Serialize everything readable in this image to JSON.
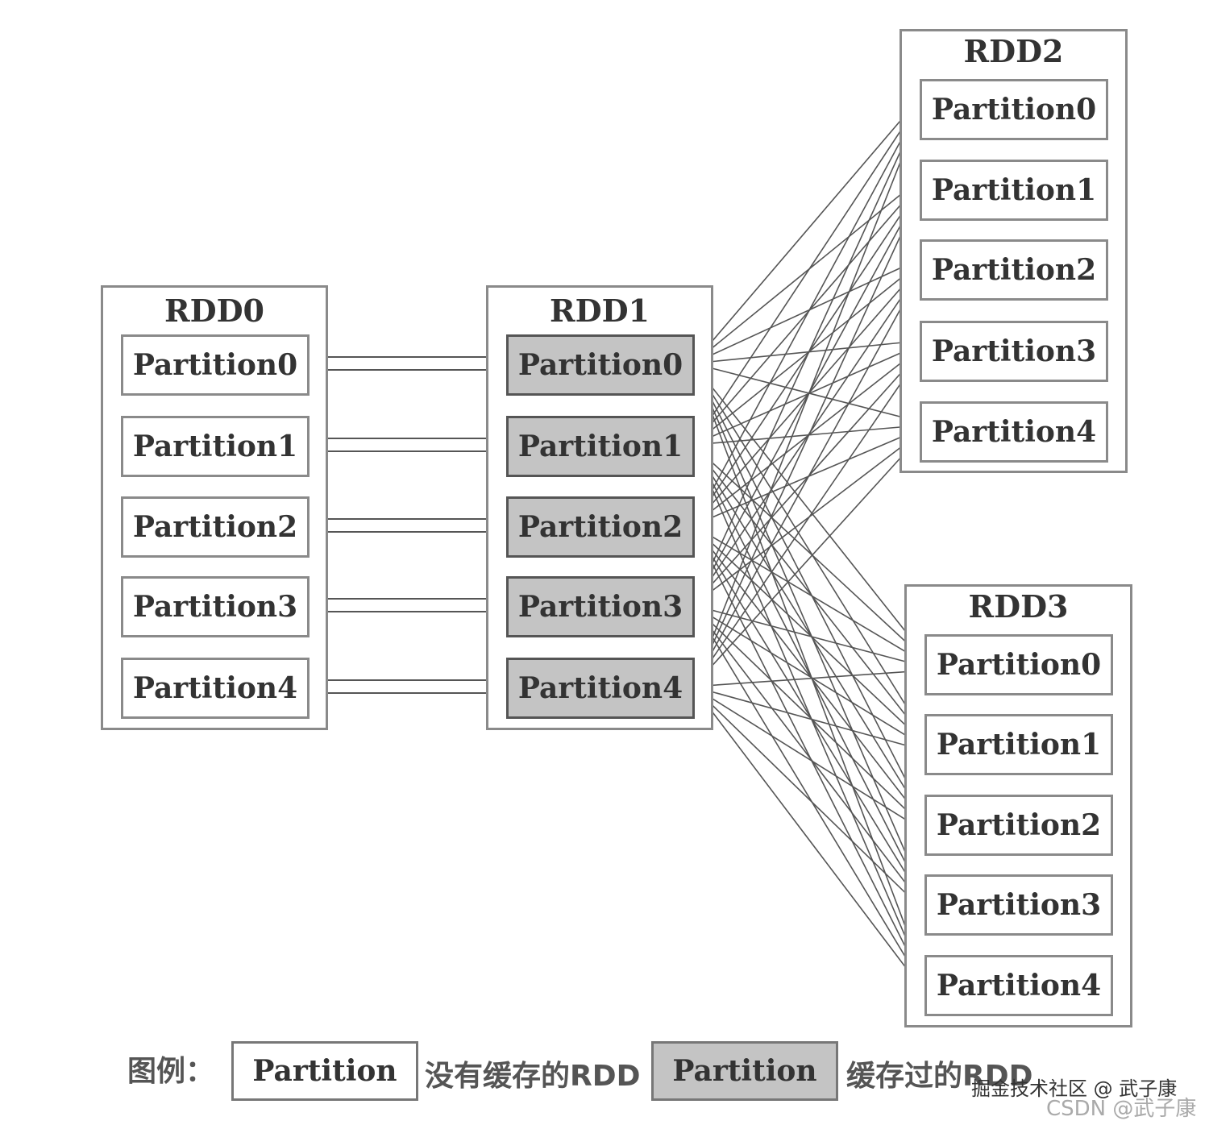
{
  "rdds": [
    {
      "id": "rdd0",
      "title": "RDD0",
      "cached": false,
      "partitions": [
        "Partition0",
        "Partition1",
        "Partition2",
        "Partition3",
        "Partition4"
      ]
    },
    {
      "id": "rdd1",
      "title": "RDD1",
      "cached": true,
      "partitions": [
        "Partition0",
        "Partition1",
        "Partition2",
        "Partition3",
        "Partition4"
      ]
    },
    {
      "id": "rdd2",
      "title": "RDD2",
      "cached": false,
      "partitions": [
        "Partition0",
        "Partition1",
        "Partition2",
        "Partition3",
        "Partition4"
      ]
    },
    {
      "id": "rdd3",
      "title": "RDD3",
      "cached": false,
      "partitions": [
        "Partition0",
        "Partition1",
        "Partition2",
        "Partition3",
        "Partition4"
      ]
    }
  ],
  "dependencies": [
    {
      "from": "rdd0",
      "to": "rdd1",
      "kind": "narrow"
    },
    {
      "from": "rdd1",
      "to": "rdd2",
      "kind": "all-to-all"
    },
    {
      "from": "rdd1",
      "to": "rdd3",
      "kind": "all-to-all"
    }
  ],
  "legend": {
    "title": "图例：",
    "uncached_box": "Partition",
    "uncached_text": "没有缓存的RDD",
    "cached_box": "Partition",
    "cached_text": "缓存过的RDD"
  },
  "colors": {
    "cached_fill": "#c4c4c4",
    "border": "#8a8a8a",
    "edge": "#555555"
  },
  "watermark": {
    "line1": "掘金技术社区 @ 武子康",
    "line2": "CSDN @武子康"
  }
}
